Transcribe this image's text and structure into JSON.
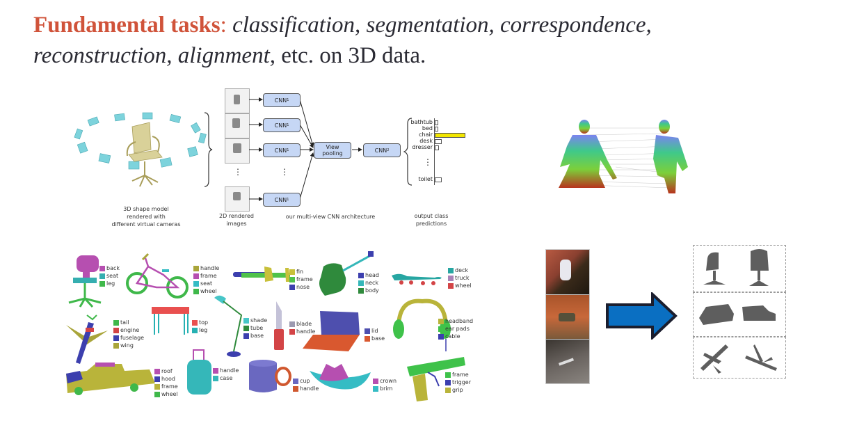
{
  "title": {
    "highlight": "Fundamental tasks",
    "colon": ":",
    "tasks_line1": " classification, segmentation, correspondence,",
    "tasks_line2": "reconstruction, alignment,",
    "rest": " etc. on 3D data.",
    "highlight_color": "#d0533a"
  },
  "mvcnn": {
    "caption_model": [
      "3D shape model",
      "rendered with",
      "different virtual cameras"
    ],
    "caption_images": [
      "2D rendered",
      "images"
    ],
    "caption_arch": "our multi-view CNN architecture",
    "caption_output": [
      "output class",
      "predictions"
    ],
    "cnn1_label": "CNN",
    "cnn1_sub": "1",
    "cnn2_label": "CNN",
    "cnn2_sub": "2",
    "pool_label": [
      "View",
      "pooling"
    ],
    "vdots": "⋮",
    "classes": [
      {
        "name": "bathtub",
        "score": 0.05
      },
      {
        "name": "bed",
        "score": 0.06
      },
      {
        "name": "chair",
        "score": 1.0
      },
      {
        "name": "desk",
        "score": 0.2
      },
      {
        "name": "dresser",
        "score": 0.1
      },
      {
        "name": "toilet",
        "score": 0.2
      }
    ],
    "highlight_color": "#f2e600"
  },
  "segmentation": {
    "objects": [
      {
        "name": "chair",
        "parts": [
          {
            "label": "back",
            "color": "#b64fb0"
          },
          {
            "label": "seat",
            "color": "#35aeb0"
          },
          {
            "label": "leg",
            "color": "#3fb84a"
          }
        ]
      },
      {
        "name": "bike",
        "parts": [
          {
            "label": "handle",
            "color": "#a9a53a"
          },
          {
            "label": "frame",
            "color": "#b64fb0"
          },
          {
            "label": "seat",
            "color": "#35bcc4"
          },
          {
            "label": "wheel",
            "color": "#3fb84a"
          }
        ]
      },
      {
        "name": "rocket",
        "parts": [
          {
            "label": "fin",
            "color": "#c8c03a"
          },
          {
            "label": "frame",
            "color": "#4fc24a"
          },
          {
            "label": "nose",
            "color": "#3c3fae"
          }
        ]
      },
      {
        "name": "guitar",
        "parts": [
          {
            "label": "head",
            "color": "#3c3fae"
          },
          {
            "label": "neck",
            "color": "#35b7b9"
          },
          {
            "label": "body",
            "color": "#2f8a3c"
          }
        ]
      },
      {
        "name": "skateboard",
        "parts": [
          {
            "label": "deck",
            "color": "#27a6a2"
          },
          {
            "label": "truck",
            "color": "#a883b8"
          },
          {
            "label": "wheel",
            "color": "#d34446"
          }
        ]
      },
      {
        "name": "airplane",
        "parts": [
          {
            "label": "tail",
            "color": "#3fb84a"
          },
          {
            "label": "engine",
            "color": "#d34446"
          },
          {
            "label": "fuselage",
            "color": "#3c3fae"
          },
          {
            "label": "wing",
            "color": "#a9a53a"
          }
        ]
      },
      {
        "name": "table",
        "parts": [
          {
            "label": "top",
            "color": "#e9504f"
          },
          {
            "label": "leg",
            "color": "#27b1b3"
          }
        ]
      },
      {
        "name": "lamp",
        "parts": [
          {
            "label": "shade",
            "color": "#47c6c8"
          },
          {
            "label": "tube",
            "color": "#2f8a3c"
          },
          {
            "label": "base",
            "color": "#3c3fae"
          }
        ]
      },
      {
        "name": "knife",
        "parts": [
          {
            "label": "blade",
            "color": "#9c9ab0"
          },
          {
            "label": "handle",
            "color": "#d34446"
          }
        ]
      },
      {
        "name": "laptop",
        "parts": [
          {
            "label": "lid",
            "color": "#4e4fae"
          },
          {
            "label": "base",
            "color": "#d9582f"
          }
        ]
      },
      {
        "name": "headphones",
        "parts": [
          {
            "label": "headband",
            "color": "#b9b43a"
          },
          {
            "label": "ear pads",
            "color": "#3fc24a"
          },
          {
            "label": "cable",
            "color": "#3c3fae"
          }
        ]
      },
      {
        "name": "car",
        "parts": [
          {
            "label": "roof",
            "color": "#b64fb0"
          },
          {
            "label": "hood",
            "color": "#3c3fae"
          },
          {
            "label": "frame",
            "color": "#b9b43a"
          },
          {
            "label": "wheel",
            "color": "#3fb84a"
          }
        ]
      },
      {
        "name": "bag",
        "parts": [
          {
            "label": "handle",
            "color": "#b64fb0"
          },
          {
            "label": "case",
            "color": "#35b7b9"
          }
        ]
      },
      {
        "name": "mug",
        "parts": [
          {
            "label": "cup",
            "color": "#6a68c0"
          },
          {
            "label": "handle",
            "color": "#d0582f"
          }
        ]
      },
      {
        "name": "cap",
        "parts": [
          {
            "label": "crown",
            "color": "#b64fb0"
          },
          {
            "label": "brim",
            "color": "#35bcc4"
          }
        ]
      },
      {
        "name": "pistol",
        "parts": [
          {
            "label": "frame",
            "color": "#3fc24a"
          },
          {
            "label": "trigger",
            "color": "#3c3fae"
          },
          {
            "label": "grip",
            "color": "#b9b43a"
          }
        ]
      }
    ]
  },
  "reconstruction": {
    "arrow_color": "#0a6fc2",
    "photos": [
      "chair-photo",
      "car-photo",
      "airplane-photo"
    ],
    "shapes": [
      "chair-shapes",
      "car-shapes",
      "airplane-shapes"
    ]
  }
}
